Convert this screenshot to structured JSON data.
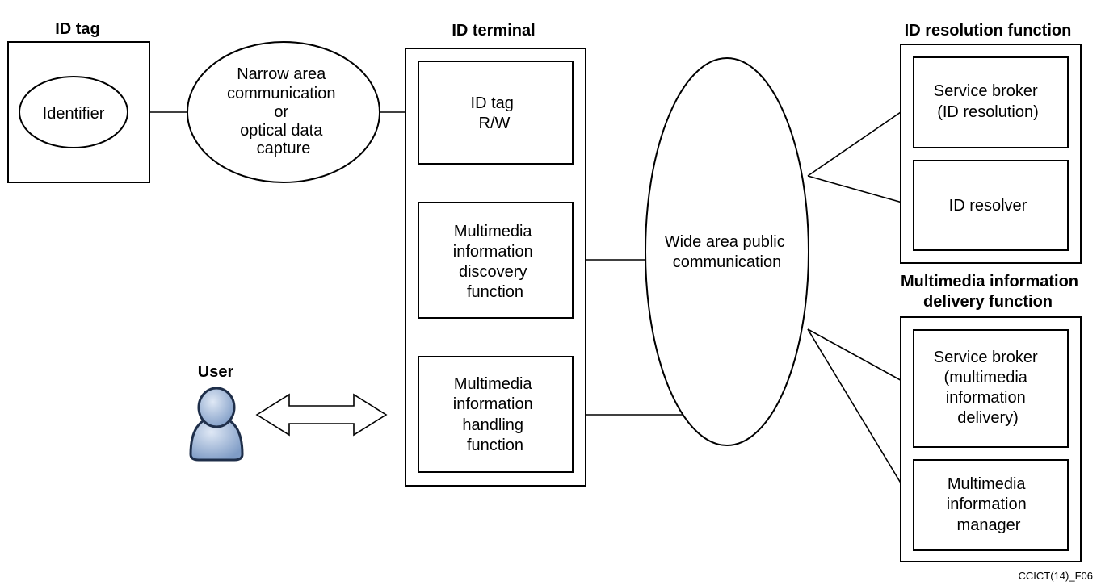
{
  "titles": {
    "id_tag": "ID tag",
    "id_terminal": "ID terminal",
    "id_resolution": "ID resolution function",
    "mm_delivery_line1": "Multimedia information",
    "mm_delivery_line2": "delivery function",
    "user": "User"
  },
  "nodes": {
    "identifier": "Identifier",
    "narrow_area": [
      "Narrow area",
      "communication",
      "or",
      "optical data",
      "capture"
    ],
    "id_tag_rw": [
      "ID tag",
      "R/W"
    ],
    "mm_discovery": [
      "Multimedia",
      "information",
      "discovery",
      "function"
    ],
    "mm_handling": [
      "Multimedia",
      "information",
      "handling",
      "function"
    ],
    "wide_area": [
      "Wide area public",
      "communication"
    ],
    "service_broker_id": [
      "Service broker",
      "(ID resolution)"
    ],
    "id_resolver": "ID resolver",
    "service_broker_mm": [
      "Service broker",
      "(multimedia",
      "information",
      "delivery)"
    ],
    "mm_manager": [
      "Multimedia",
      "information",
      "manager"
    ]
  },
  "footer": "CCICT(14)_F06",
  "colors": {
    "user_figure": "#8fa9cc",
    "user_outline": "#1f2f4a"
  }
}
